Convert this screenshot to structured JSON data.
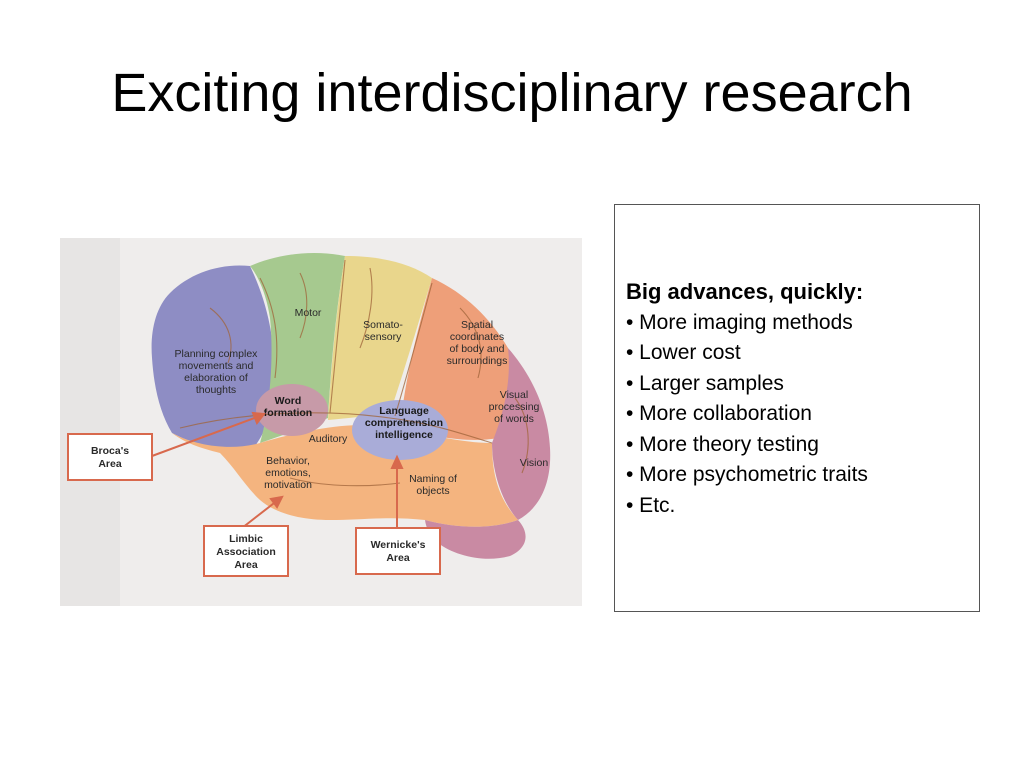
{
  "slide": {
    "title": "Exciting interdisciplinary research"
  },
  "figure": {
    "regions": {
      "motor": "Motor",
      "somato": [
        "Somato-",
        "sensory"
      ],
      "spatial": [
        "Spatial",
        "coordinates",
        "of body and",
        "surroundings"
      ],
      "planning": [
        "Planning complex",
        "movements and",
        "elaboration of",
        "thoughts"
      ],
      "word_formation": [
        "Word",
        "formation"
      ],
      "language": [
        "Language",
        "comprehension",
        "intelligence"
      ],
      "visual": [
        "Visual",
        "processing",
        "of words"
      ],
      "auditory": "Auditory",
      "vision": "Vision",
      "behavior": [
        "Behavior,",
        "emotions,",
        "motivation"
      ],
      "naming": [
        "Naming of",
        "objects"
      ]
    },
    "callouts": {
      "broca": [
        "Broca's",
        "Area"
      ],
      "limbic": [
        "Limbic",
        "Association",
        "Area"
      ],
      "wernicke": [
        "Wernicke's",
        "Area"
      ]
    }
  },
  "info_box": {
    "heading": "Big advances, quickly:",
    "bullets": [
      "• More imaging methods",
      "• Lower cost",
      "• Larger samples",
      "• More collaboration",
      "• More theory testing",
      "• More psychometric traits",
      "• Etc."
    ]
  },
  "colors": {
    "frontal": "#8e8dc4",
    "motor": "#a6c98f",
    "somato": "#e9d68c",
    "parietal": "#ee9f79",
    "occipital": "#c98aa3",
    "temporal": "#f4b47f",
    "language": "#a9acd8",
    "word": "#c79aa8",
    "callout_border": "#d8694d",
    "arrow": "#d8694d"
  }
}
